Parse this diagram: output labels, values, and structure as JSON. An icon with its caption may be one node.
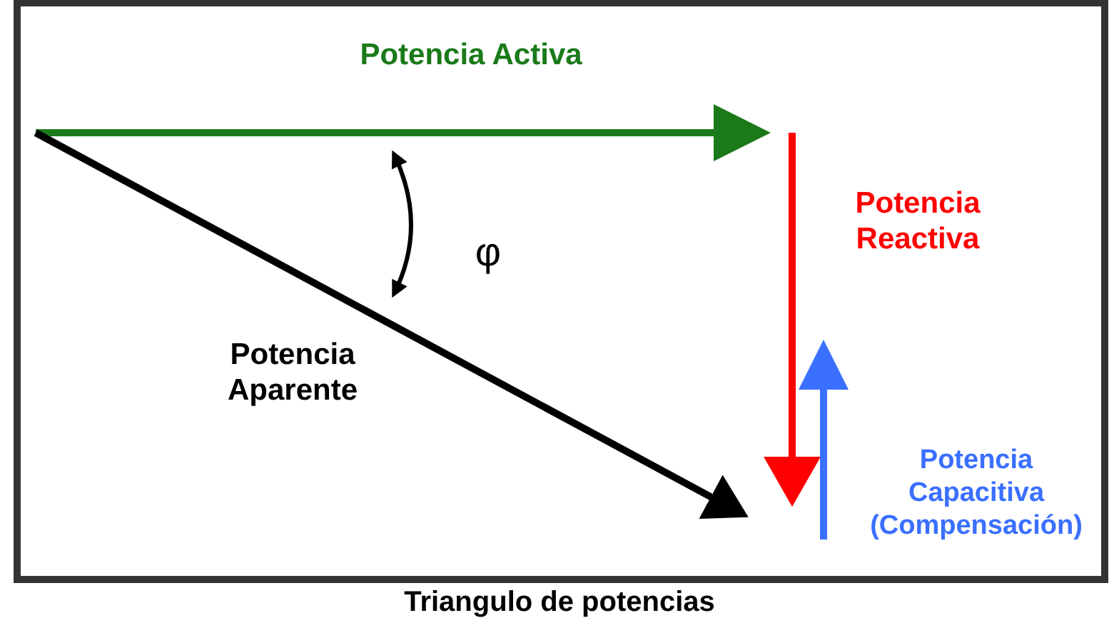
{
  "diagram": {
    "caption": "Triangulo de potencias",
    "labels": [
      "Potencia Activa",
      "Potencia Reactiva",
      "φ",
      "Potencia Aparente",
      "Potencia Capacitiva (Compensación)"
    ]
  }
}
